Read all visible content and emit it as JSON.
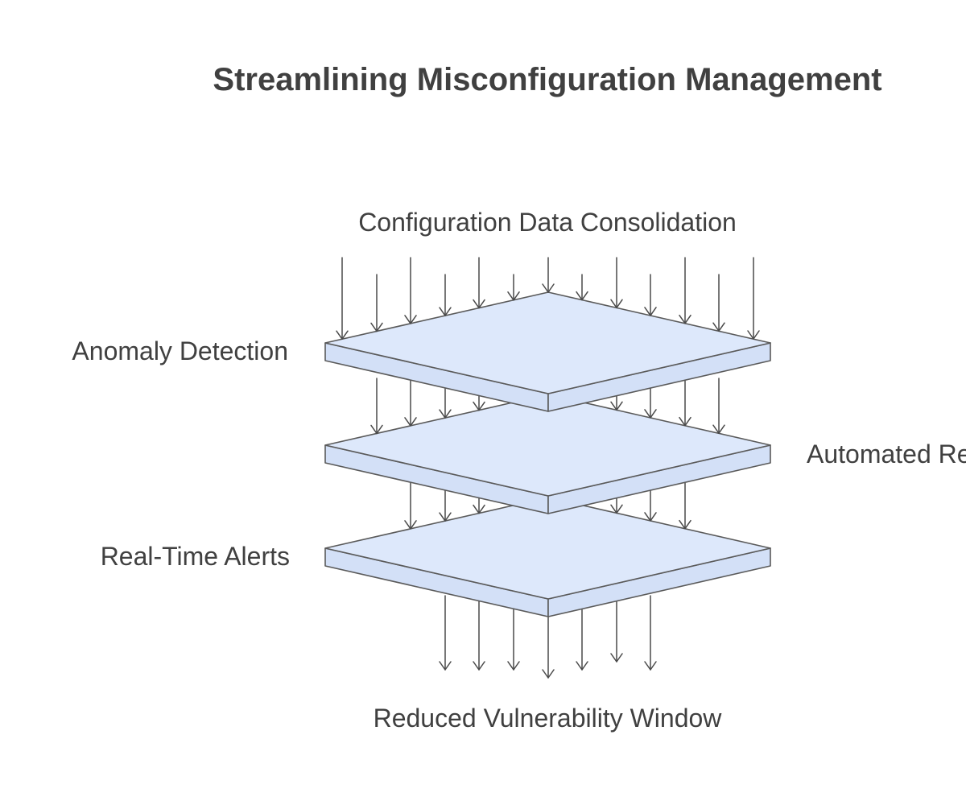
{
  "diagram": {
    "title": "Streamlining Misconfiguration Management",
    "input_label": "Configuration Data Consolidation",
    "output_label": "Reduced Vulnerability Window",
    "layers": [
      {
        "label": "Anomaly Detection",
        "label_side": "left"
      },
      {
        "label": "Automated Remediation",
        "label_side": "right"
      },
      {
        "label": "Real-Time Alerts",
        "label_side": "left"
      }
    ]
  },
  "colors": {
    "plane_fill": "#dde8fb",
    "plane_side_fill": "#d3e0f7",
    "stroke": "#5a5a5a",
    "text": "#404040"
  }
}
